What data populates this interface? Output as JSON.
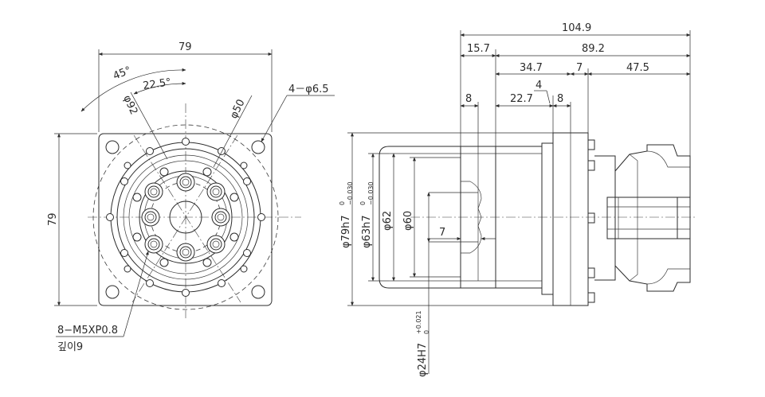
{
  "front_view": {
    "width_dim": "79",
    "height_dim": "79",
    "angle_45": "45°",
    "angle_22_5": "22.5°",
    "dia_92": "φ92",
    "dia_50": "φ50",
    "holes_callout": "4－φ6.5",
    "thread_callout": "8−M5XP0.8",
    "depth_callout": "깊이9"
  },
  "side_view": {
    "total_length": "104.9",
    "len_15_7": "15.7",
    "len_89_2": "89.2",
    "len_34_7": "34.7",
    "len_7_top": "7",
    "len_47_5": "47.5",
    "len_4": "4",
    "len_8_left": "8",
    "len_22_7": "22.7",
    "len_8_right": "8",
    "dia_79h7": "φ79h7",
    "tol_79h7_upper": "0",
    "tol_79h7_lower": "−0.030",
    "dia_63h7": "φ63h7",
    "tol_63h7_upper": "0",
    "tol_63h7_lower": "−0.030",
    "dia_62": "φ62",
    "dia_60": "φ60",
    "len_7_inner": "7",
    "dia_24h7": "φ24H7",
    "tol_24h7_upper": "+0.021",
    "tol_24h7_lower": "0"
  }
}
